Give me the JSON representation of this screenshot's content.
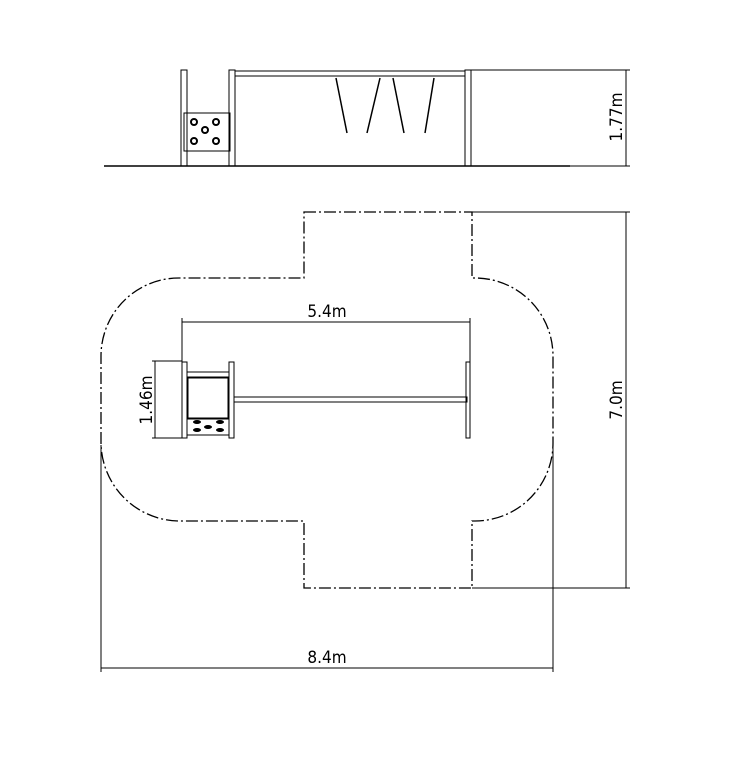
{
  "dimensions": {
    "height": "1.77m",
    "length": "5.4m",
    "width": "1.46m",
    "zone_depth": "7.0m",
    "zone_length": "8.4m"
  },
  "colors": {
    "line": "#000000",
    "background": "#ffffff"
  }
}
